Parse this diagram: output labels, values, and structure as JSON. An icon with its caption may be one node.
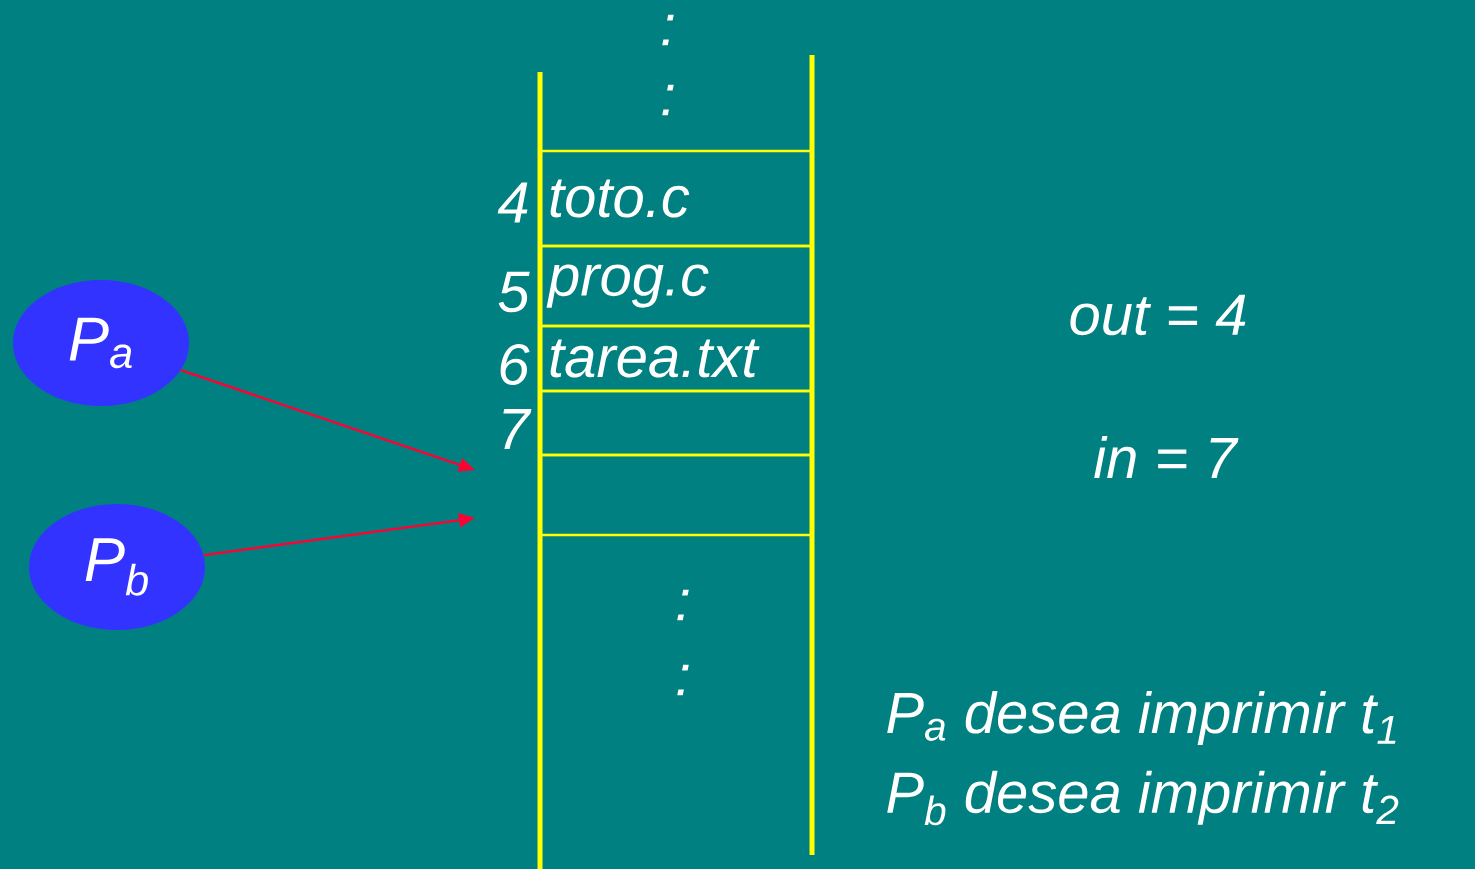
{
  "diagram": {
    "nodes": [
      {
        "text": [
          "P$_{a}$"
        ]
      },
      {
        "text": [
          "P$_{b}$"
        ]
      },
      {
        "text": [
          "toto.c"
        ],
        "beside": [
          "4"
        ]
      },
      {
        "text": [
          "prog.c"
        ],
        "beside": [
          "5"
        ]
      },
      {
        "text": [
          "tarea.txt"
        ],
        "beside": [
          "6"
        ]
      },
      {
        "text": [],
        "shape": "box",
        "beside": [
          "7"
        ]
      },
      {
        "text": [],
        "shape": "box"
      }
    ],
    "edges": [
      {
        "from": 0,
        "to": null,
        "arrow": "to"
      },
      {
        "from": 1,
        "to": null,
        "arrow": "to"
      }
    ],
    "labels": [
      ":",
      ":",
      ":",
      ":",
      "out = 4",
      "in = 7",
      "P$_{a}$ desea imprimir t$_{1}$",
      "P$_{b}$ desea imprimir t$_{2}$"
    ]
  }
}
